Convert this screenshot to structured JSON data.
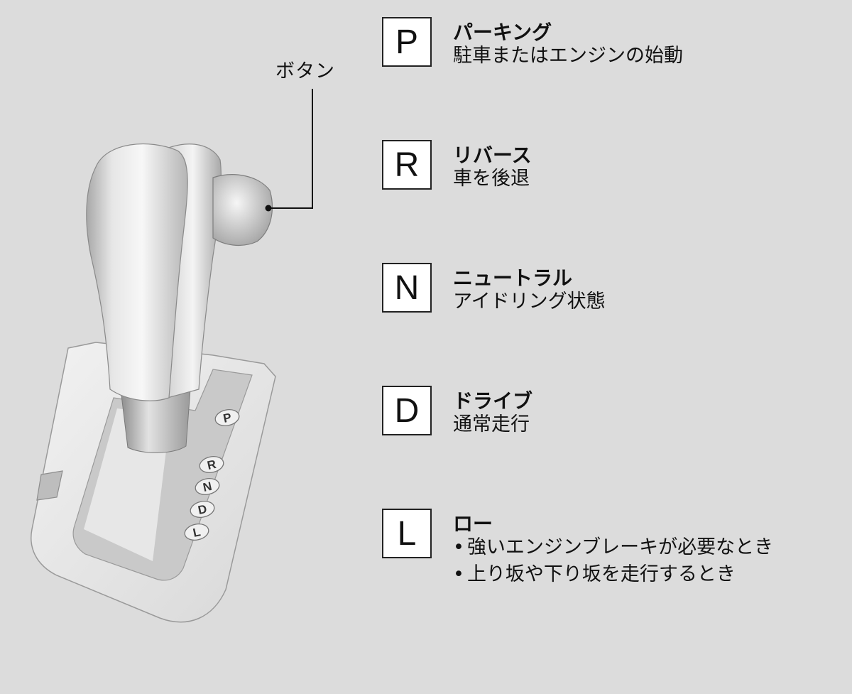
{
  "callout": {
    "label": "ボタン"
  },
  "knob_labels": [
    "P",
    "R",
    "N",
    "D",
    "L"
  ],
  "gears": [
    {
      "letter": "P",
      "name": "パーキング",
      "desc": [
        "駐車またはエンジンの始動"
      ]
    },
    {
      "letter": "R",
      "name": "リバース",
      "desc": [
        "車を後退"
      ]
    },
    {
      "letter": "N",
      "name": "ニュートラル",
      "desc": [
        "アイドリング状態"
      ]
    },
    {
      "letter": "D",
      "name": "ドライブ",
      "desc": [
        "通常走行"
      ]
    },
    {
      "letter": "L",
      "name": "ロー",
      "bullets": [
        "強いエンジンブレーキが必要なとき",
        "上り坂や下り坂を走行するとき"
      ]
    }
  ]
}
